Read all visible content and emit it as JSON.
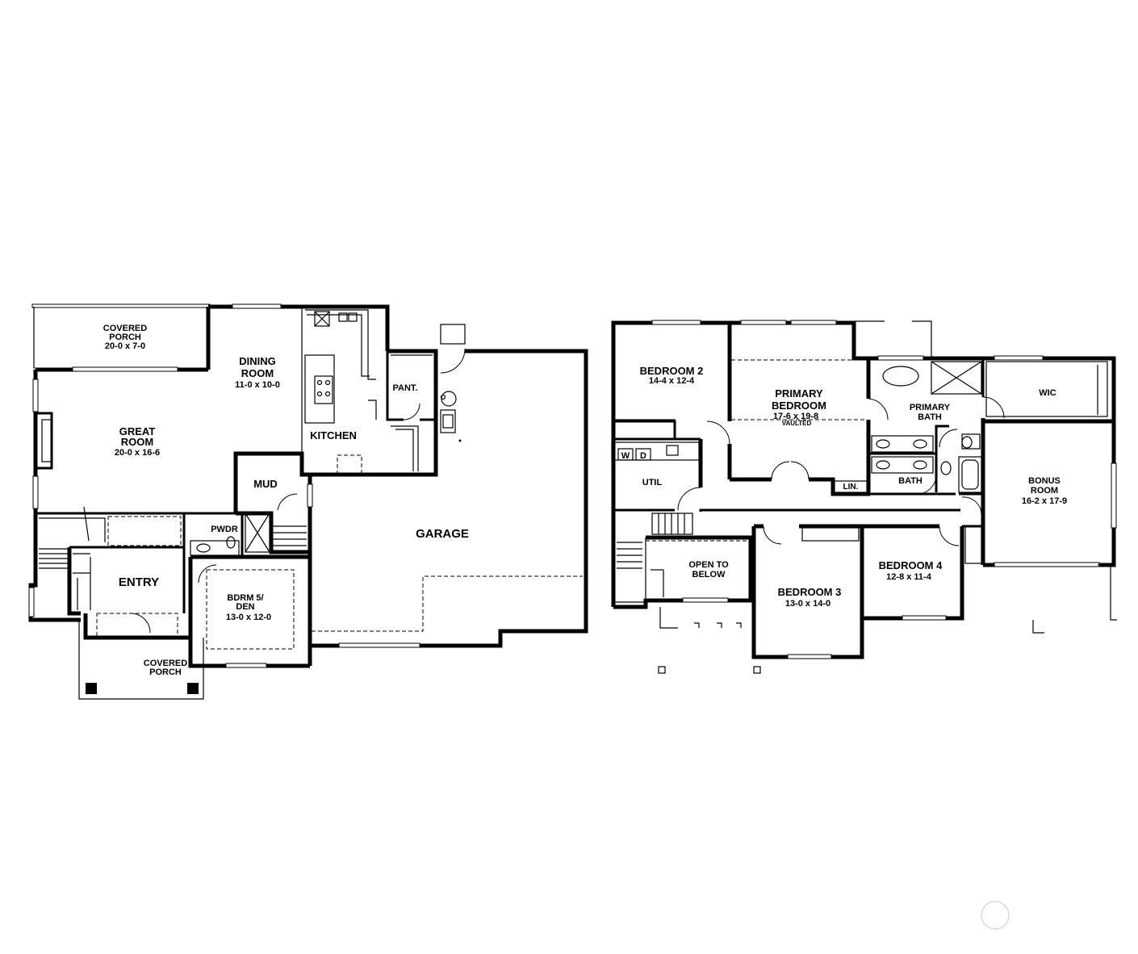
{
  "main_floor": {
    "covered_porch_top": {
      "name_line1": "COVERED",
      "name_line2": "PORCH",
      "dims": "20-0 x 7-0"
    },
    "dining_room": {
      "name_line1": "DINING",
      "name_line2": "ROOM",
      "dims": "11-0 x 10-0"
    },
    "great_room": {
      "name_line1": "GREAT",
      "name_line2": "ROOM",
      "dims": "20-0 x 16-6"
    },
    "kitchen": {
      "name": "KITCHEN"
    },
    "pantry": {
      "name": "PANT."
    },
    "mud": {
      "name": "MUD"
    },
    "powder": {
      "name": "PWDR"
    },
    "entry": {
      "name": "ENTRY"
    },
    "den": {
      "name_line1": "BDRM 5/",
      "name_line2": "DEN",
      "dims": "13-0 x 12-0"
    },
    "covered_porch_front": {
      "name_line1": "COVERED",
      "name_line2": "PORCH"
    },
    "garage": {
      "name": "GARAGE"
    }
  },
  "upper_floor": {
    "bedroom_2": {
      "name": "BEDROOM 2",
      "dims": "14-4 x 12-4"
    },
    "primary_bedroom": {
      "name_line1": "PRIMARY",
      "name_line2": "BEDROOM",
      "dims": "17-6 x 19-8",
      "note": "VAULTED"
    },
    "primary_bath": {
      "name_line1": "PRIMARY",
      "name_line2": "BATH"
    },
    "wic": {
      "name": "WIC"
    },
    "washer": "W",
    "dryer": "D",
    "util": {
      "name": "UTIL"
    },
    "linen": {
      "name": "LIN."
    },
    "bath": {
      "name": "BATH"
    },
    "bonus_room": {
      "name_line1": "BONUS",
      "name_line2": "ROOM",
      "dims": "16-2 x 17-9"
    },
    "open_to_below": {
      "line1": "OPEN TO",
      "line2": "BELOW"
    },
    "bedroom_3": {
      "name": "BEDROOM 3",
      "dims": "13-0 x 14-0"
    },
    "bedroom_4": {
      "name": "BEDROOM 4",
      "dims": "12-8 x 11-4"
    }
  }
}
